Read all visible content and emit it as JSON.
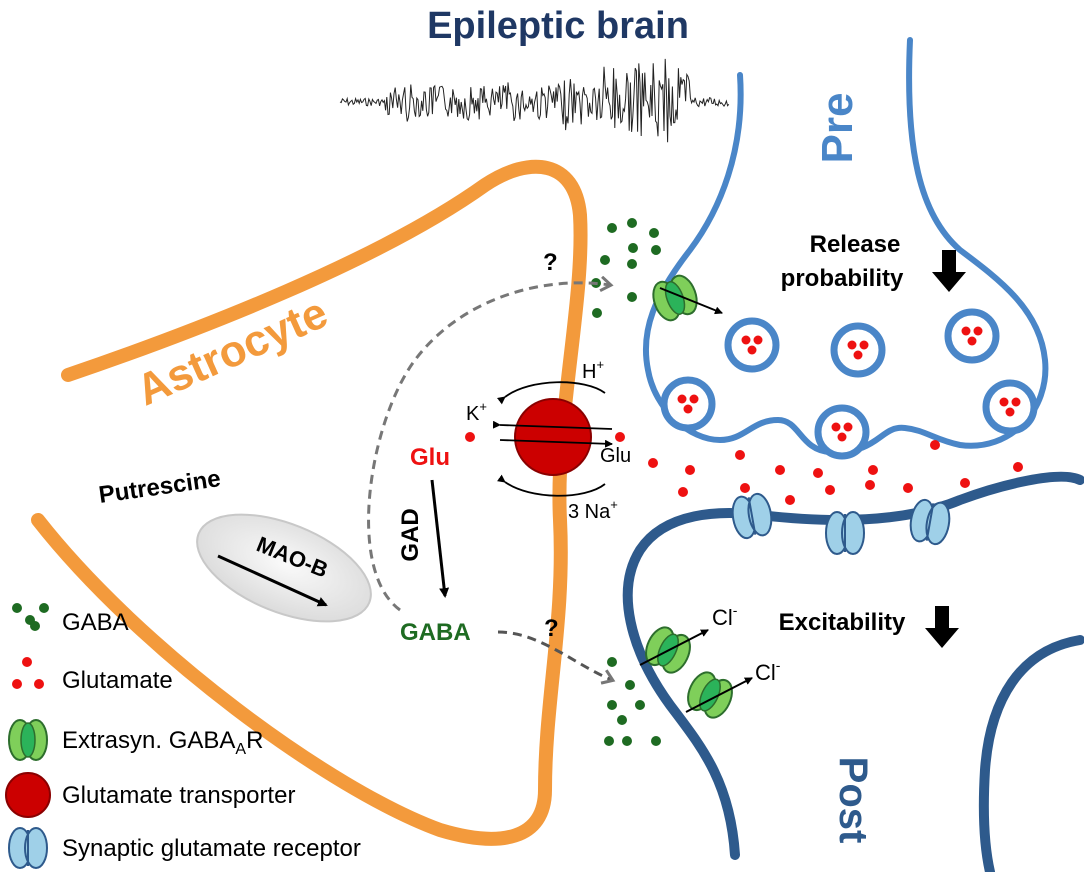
{
  "title": "Epileptic brain",
  "labels": {
    "pre": "Pre",
    "post": "Post",
    "astrocyte": "Astrocyte",
    "putrescine": "Putrescine",
    "mao_b": "MAO-B",
    "gad": "GAD",
    "glu_inside": "Glu",
    "gaba_inside": "GABA",
    "glu_outside": "Glu",
    "k_ion": "K",
    "k_sup": "+",
    "h_ion": "H",
    "h_sup": "+",
    "na_ion": "3 Na",
    "na_sup": "+",
    "cl_upper": "Cl",
    "cl_upper_sup": "-",
    "cl_lower": "Cl",
    "cl_lower_sup": "-",
    "question_upper": "?",
    "question_lower": "?",
    "release_line1": "Release",
    "release_line2": "probability",
    "excitability": "Excitability"
  },
  "legend": [
    {
      "label": "GABA",
      "icon": "gaba-dots-icon"
    },
    {
      "label": "Glutamate",
      "icon": "glutamate-dots-icon"
    },
    {
      "label_main": "Extrasyn. GABA",
      "label_sub": "A",
      "label_tail": "R",
      "icon": "gaba-receptor-icon"
    },
    {
      "label": "Glutamate transporter",
      "icon": "transporter-icon"
    },
    {
      "label": "Synaptic glutamate receptor",
      "icon": "glutamate-receptor-icon"
    }
  ],
  "colors": {
    "title": "#1f3864",
    "astrocyte": "#f39a3c",
    "pre": "#4a86c8",
    "post": "#2e5a8c",
    "gaba": "#1e6b22",
    "glutamate": "#ee1111",
    "transporter": "#cc0000",
    "receptor_green": "#7fcf5a",
    "receptor_blue": "#9fd0e8"
  }
}
